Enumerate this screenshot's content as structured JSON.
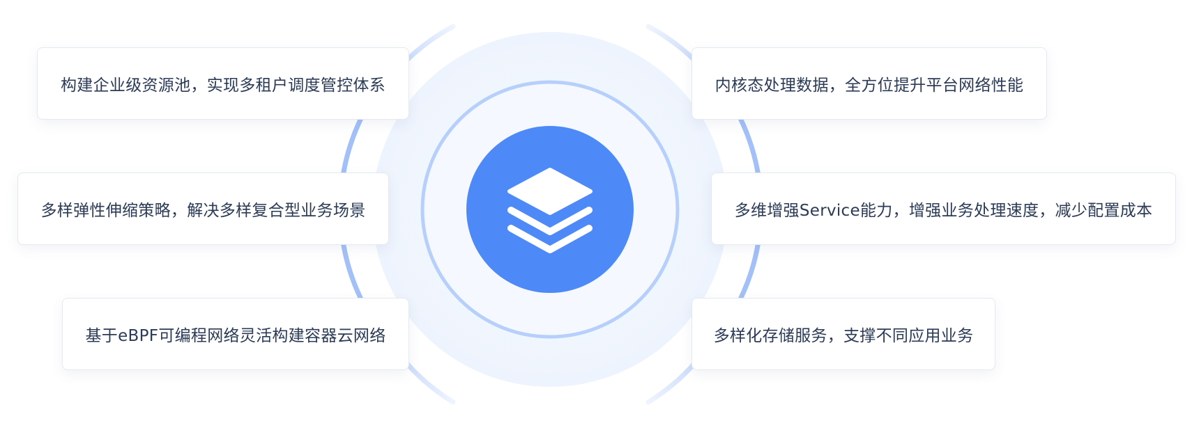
{
  "features": [
    {
      "text": "构建企业级资源池，实现多租户调度管控体系"
    },
    {
      "text": "多样弹性伸缩策略，解决多样复合型业务场景"
    },
    {
      "text": "基于eBPF可编程网络灵活构建容器云网络"
    },
    {
      "text": "内核态处理数据，全方位提升平台网络性能"
    },
    {
      "text": "多维增强Service能力，增强业务处理速度，减少配置成本"
    },
    {
      "text": "多样化存储服务，支撑不同应用业务"
    }
  ],
  "center": {
    "icon": "layers-stack-icon"
  },
  "colors": {
    "core": "#4e8af7",
    "ring": "#b7d0fb",
    "arc": "#a3c0f8",
    "halo": "#f3f7fe",
    "card_text": "#2b3a55",
    "card_border": "#e4e8ef"
  }
}
